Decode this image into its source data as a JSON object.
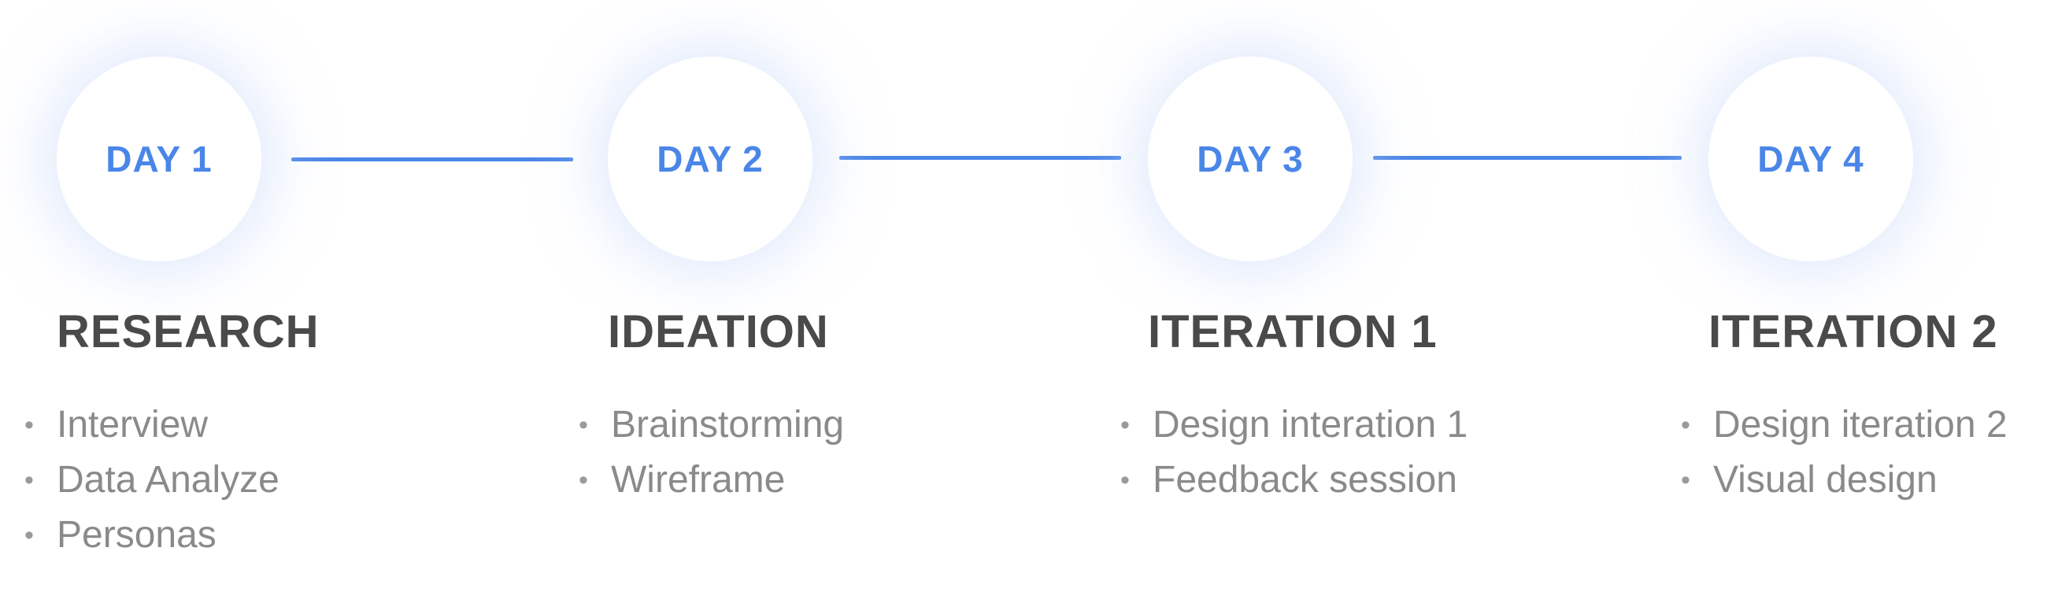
{
  "colors": {
    "accent": "#4a86e8",
    "title": "#4a4a4a",
    "text": "#8a8a8a"
  },
  "stages": [
    {
      "day": "DAY 1",
      "title": "RESEARCH",
      "items": [
        "Interview",
        "Data Analyze",
        "Personas"
      ]
    },
    {
      "day": "DAY 2",
      "title": "IDEATION",
      "items": [
        "Brainstorming",
        "Wireframe"
      ]
    },
    {
      "day": "DAY 3",
      "title": "ITERATION 1",
      "items": [
        "Design interation 1",
        "Feedback session"
      ]
    },
    {
      "day": "DAY 4",
      "title": "ITERATION 2",
      "items": [
        "Design iteration 2",
        "Visual design"
      ]
    }
  ],
  "bullet_glyph": "•"
}
